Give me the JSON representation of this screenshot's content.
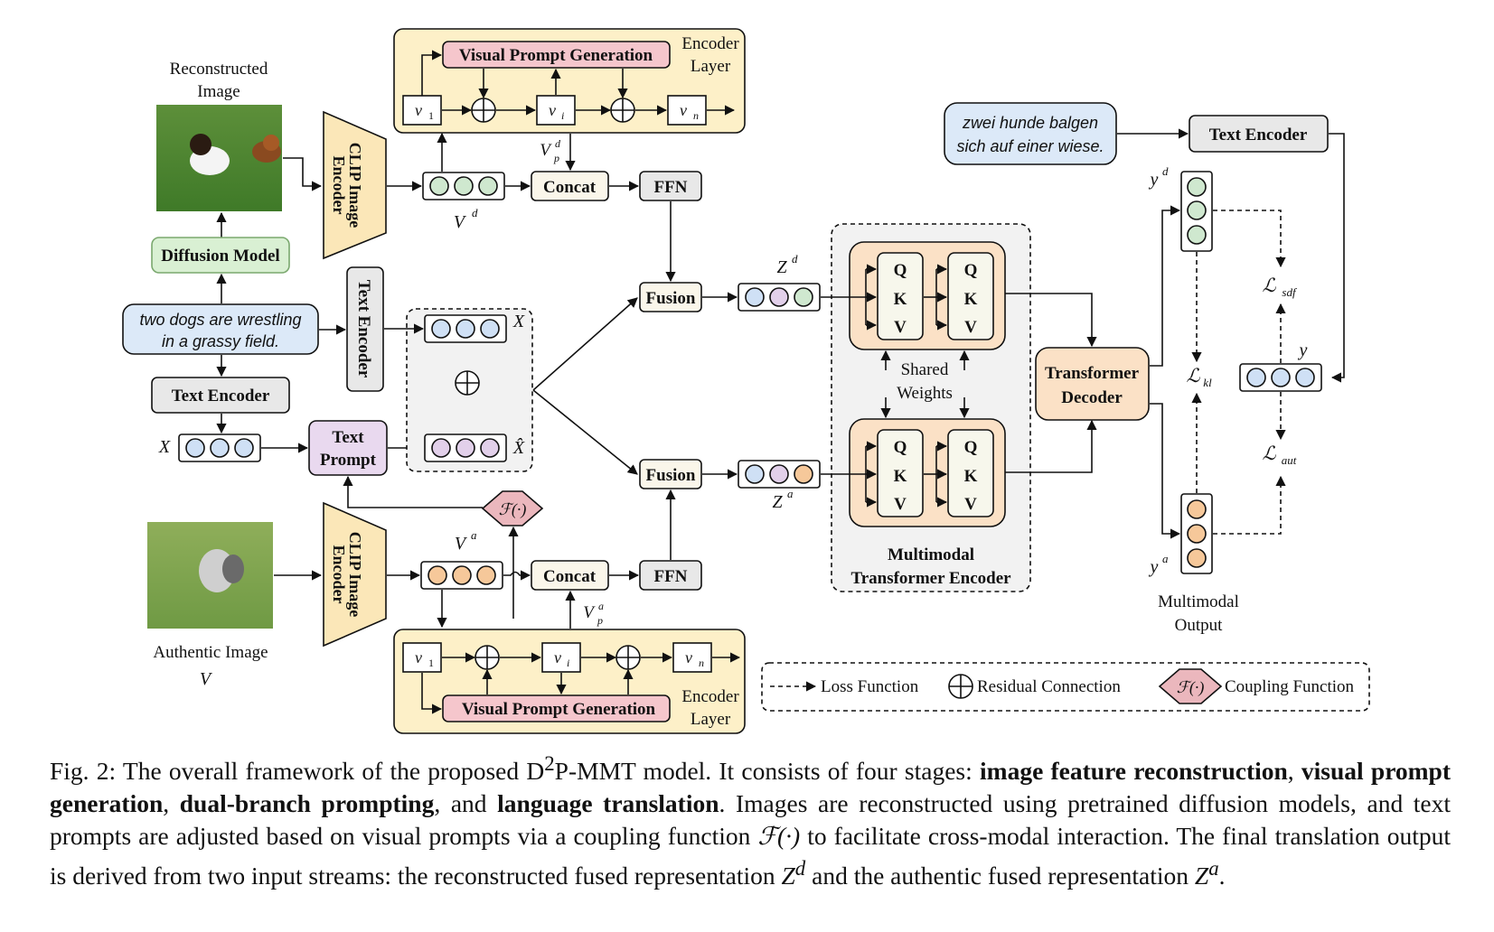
{
  "diagram": {
    "reconstructed_image_label": [
      "Reconstructed",
      "Image"
    ],
    "authentic_image_label": "Authentic Image",
    "authentic_image_var": "V",
    "diffusion_model": "Diffusion Model",
    "clip_encoder": [
      "CLIP Image",
      "Encoder"
    ],
    "text_encoder": "Text Encoder",
    "text_encoder_vertical": "Text Encoder",
    "text_prompt": [
      "Text",
      "Prompt"
    ],
    "source_caption": [
      "two dogs are wrestling",
      "in a grassy field."
    ],
    "target_caption": [
      "zwei hunde balgen",
      "sich auf einer wiese."
    ],
    "visual_prompt_generation": "Visual Prompt Generation",
    "encoder_layer": [
      "Encoder",
      "Layer"
    ],
    "concat": "Concat",
    "ffn": "FFN",
    "fusion": "Fusion",
    "qkv": [
      "Q",
      "K",
      "V"
    ],
    "shared_weights": [
      "Shared",
      "Weights"
    ],
    "multimodal_transformer_encoder": [
      "Multimodal",
      "Transformer Encoder"
    ],
    "transformer_decoder": [
      "Transformer",
      "Decoder"
    ],
    "multimodal_output": [
      "Multimodal",
      "Output"
    ],
    "vars": {
      "X": "X",
      "Xhat": "X̂",
      "Vd": "V",
      "Va": "V",
      "sup_d": "d",
      "sup_a": "a",
      "Vp": "V",
      "sub_p": "p",
      "Zd": "Z",
      "Za": "Z",
      "yd": "y",
      "ya": "y",
      "y": "y",
      "v1": "v",
      "vi": "v",
      "vn": "v",
      "sub_1": "1",
      "sub_i": "i",
      "sub_n": "n",
      "F": "ℱ(·)",
      "L": "ℒ",
      "sdf": "sdf",
      "kl": "kl",
      "aut": "aut"
    },
    "legend": {
      "loss": "Loss Function",
      "residual": "Residual Connection",
      "coupling": "Coupling Function"
    },
    "colors": {
      "encoder_layer_bg": "#fdf0c8",
      "vpg_bg": "#f5c6cc",
      "diffusion_bg": "#d9f0d3",
      "caption_bubble_bg": "#dce9f8",
      "text_prompt_bg": "#e9d9ef",
      "clip_bg": "#fbe7b8",
      "grey_box_bg": "#e8e8e8",
      "fusion_bg": "#faf6ea",
      "transformer_bg": "#fbe1c6",
      "qkv_bg": "#f7f7ec",
      "circle_green": "#cfe8cf",
      "circle_blue": "#cfe0f5",
      "circle_purple": "#e2d0ea",
      "circle_orange": "#f6c89a",
      "coupling_bg": "#ebb7bd"
    }
  },
  "caption": {
    "fig": "Fig. 2:",
    "t1": " The overall framework of the proposed D",
    "sup2": "2",
    "t2": "P-MMT model. It consists of four stages: ",
    "stage1": "image feature reconstruction",
    "sep1": ", ",
    "stage2": "visual prompt generation",
    "sep2": ", ",
    "stage3": "dual-branch prompting",
    "sep3": ", and ",
    "stage4": "language translation",
    "t3": ". Images are reconstructed using pretrained diffusion models, and text prompts are adjusted based on visual prompts via a coupling function ",
    "F": "ℱ(·)",
    "t4": " to facilitate cross-modal interaction. The final translation output is derived from two input streams: the reconstructed fused representation ",
    "Z1": "Z",
    "Z1sup": "d",
    "t5": " and the authentic fused representation ",
    "Z2": "Z",
    "Z2sup": "a",
    "t6": "."
  }
}
